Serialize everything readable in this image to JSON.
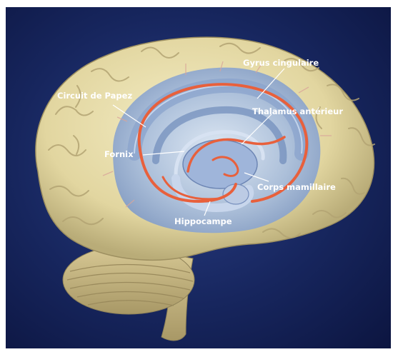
{
  "title": "",
  "colors": {
    "background": "#17265e",
    "cortex": "#e9dfad",
    "limbic": "#a9bedc",
    "circuit": "#e8603c",
    "label_text": "#ffffff",
    "leader_line": "#ffffff"
  },
  "labels": {
    "gyrus_cingulaire": "Gyrus cingulaire",
    "circuit_de_papez": "Circuit de Papez",
    "thalamus_anterieur": "Thalamus antérieur",
    "fornix": "Fornix",
    "corps_mamillaire": "Corps mamillaire",
    "hippocampe": "Hippocampe"
  }
}
